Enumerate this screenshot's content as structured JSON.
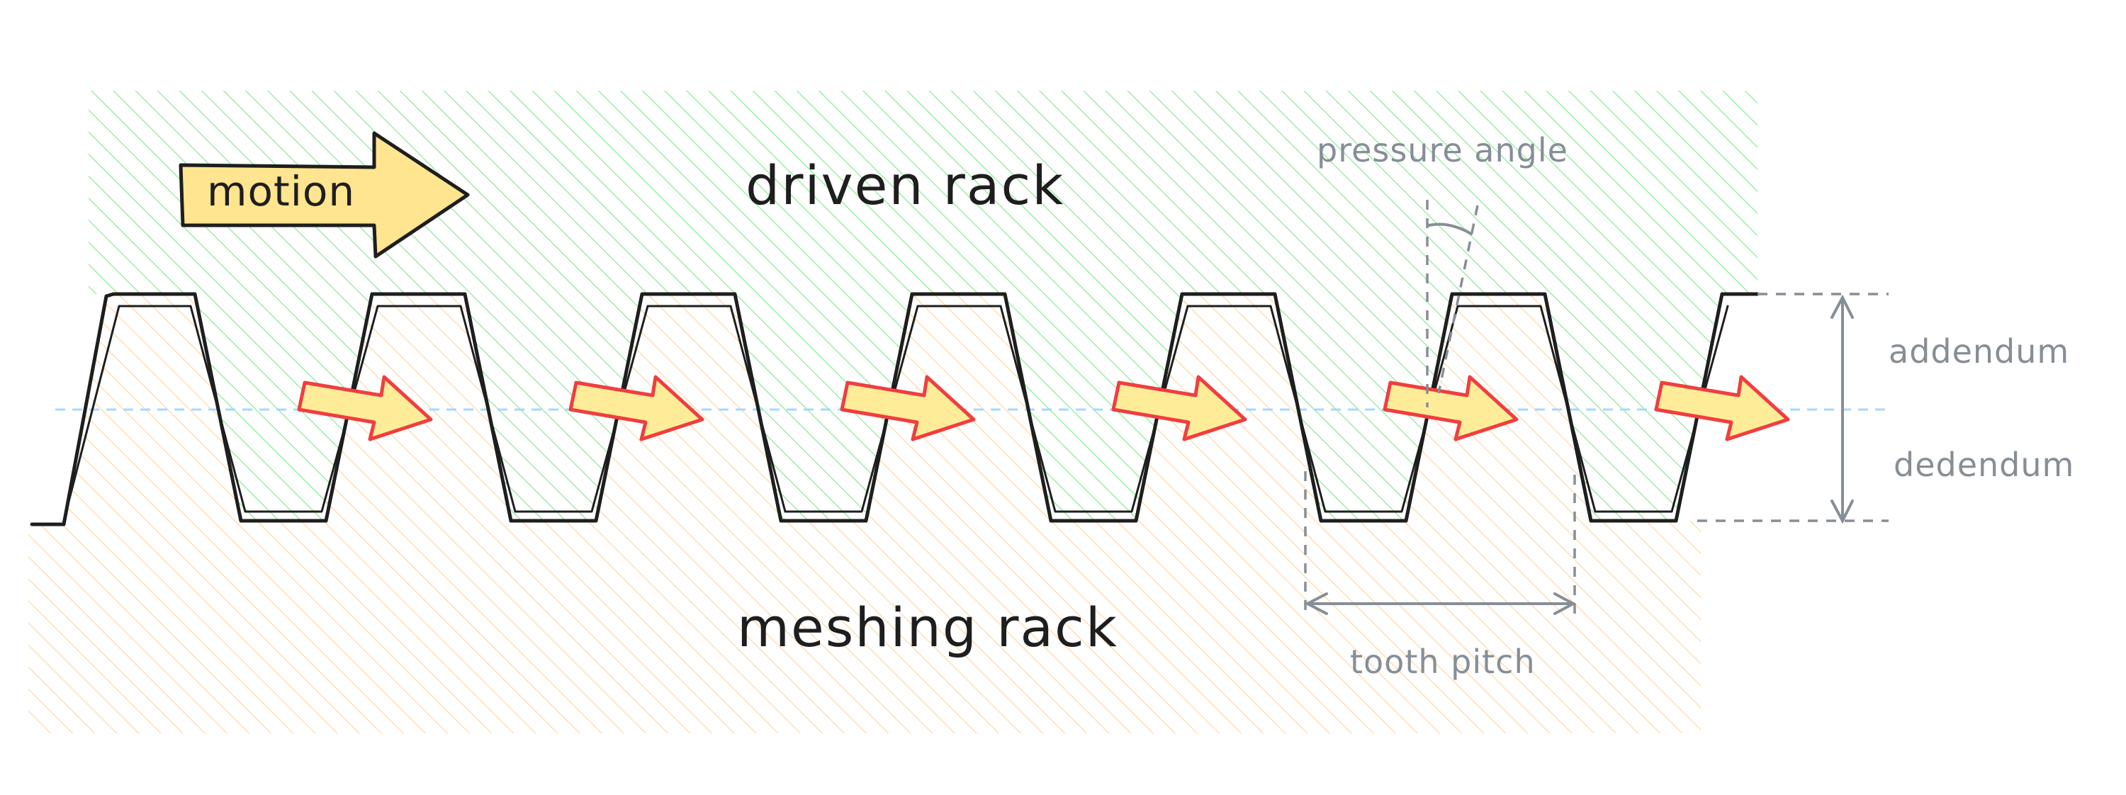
{
  "labels": {
    "motion": "motion",
    "driven_rack": "driven rack",
    "meshing_rack": "meshing rack",
    "pressure_angle": "pressure angle",
    "addendum": "addendum",
    "dedendum": "dedendum",
    "tooth_pitch": "tooth pitch"
  },
  "colors": {
    "driven_hatch": "#8ce99a",
    "meshing_hatch": "#ffd8a8",
    "outline": "#1e1e1e",
    "annotation": "#868e96",
    "pitch_line": "#a5d8ff",
    "arrow_fill": "#ffec99",
    "arrow_stroke": "#f03e3e",
    "motion_fill": "#ffe58f"
  },
  "tooth_count": 6,
  "force_arrow_count": 6
}
